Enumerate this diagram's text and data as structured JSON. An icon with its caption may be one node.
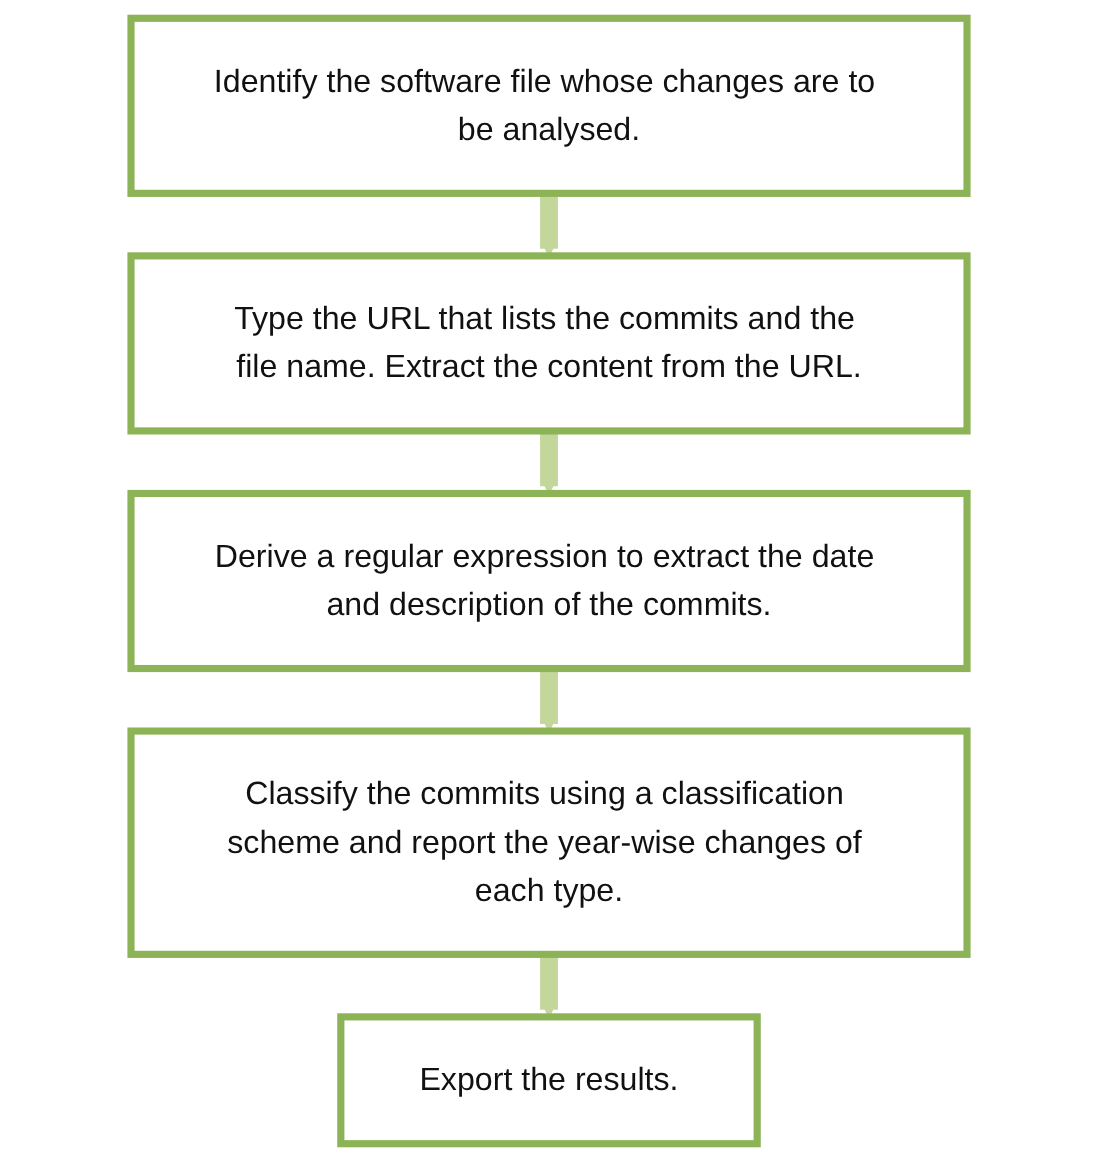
{
  "diagram": {
    "nodes": [
      {
        "text": [
          "Identify the software file whose changes are to be analysed."
        ]
      },
      {
        "text": [
          "Type the URL that lists the commits and the file name. Extract the content from the URL."
        ]
      },
      {
        "text": [
          "Derive a regular expression to extract the date and description of the commits."
        ]
      },
      {
        "text": [
          "Classify the commits using a classification scheme and report the year-wise changes of each type."
        ]
      },
      {
        "text": [
          "Export the results."
        ]
      }
    ],
    "edges": [
      {
        "from": 0,
        "to": 1,
        "arrow": "to"
      },
      {
        "from": 1,
        "to": 2,
        "arrow": "to"
      },
      {
        "from": 2,
        "to": 3,
        "arrow": "to"
      },
      {
        "from": 3,
        "to": 4,
        "arrow": "to"
      }
    ]
  }
}
